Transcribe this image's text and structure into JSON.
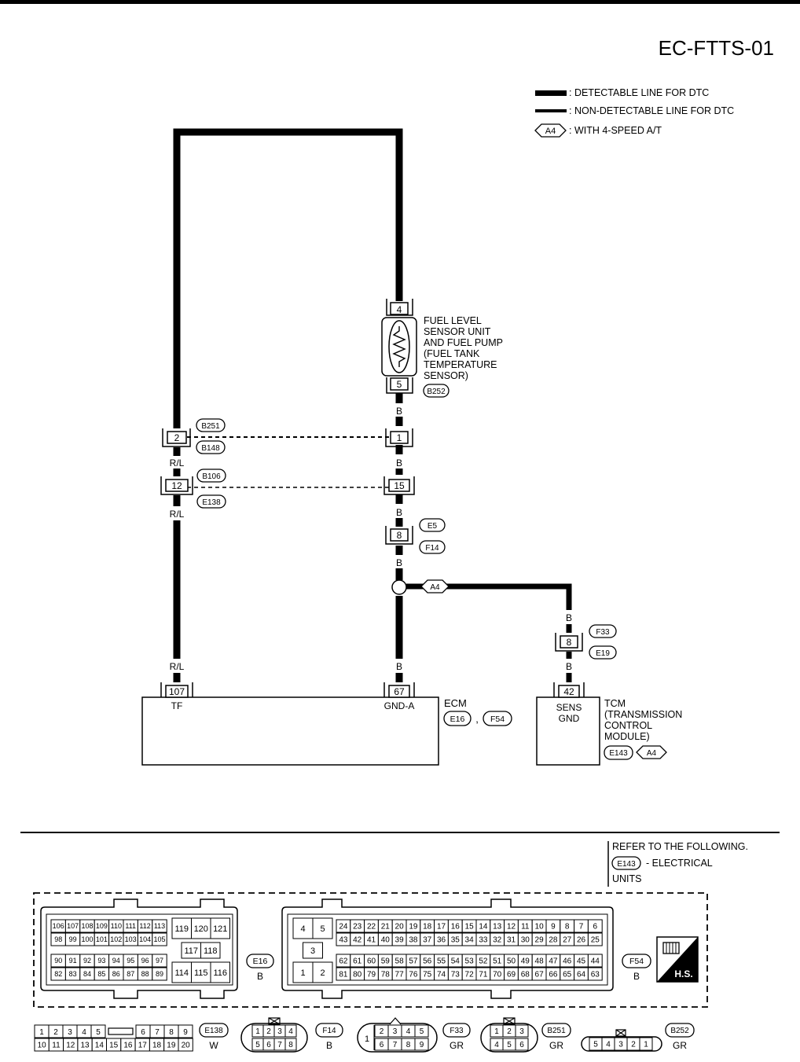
{
  "page_id": "EC-FTTS-01",
  "legend": {
    "detectable": ": DETECTABLE LINE FOR DTC",
    "non_detectable": ": NON-DETECTABLE LINE FOR DTC",
    "a4_tag": "A4",
    "a4_desc": ": WITH 4-SPEED A/T"
  },
  "sensor": {
    "pin_top": "4",
    "pin_bottom": "5",
    "label": [
      "FUEL LEVEL",
      "SENSOR UNIT",
      "AND FUEL PUMP",
      "(FUEL TANK",
      "TEMPERATURE",
      "SENSOR)"
    ],
    "connector": "B252"
  },
  "wires": {
    "b": "B",
    "rl": "R/L"
  },
  "junctions": {
    "j1_left_pin": "2",
    "j1_right_pin": "1",
    "j1_top_conn": "B251",
    "j1_bottom_conn": "B148",
    "j2_left_pin": "12",
    "j2_right_pin": "15",
    "j2_top_conn": "B106",
    "j2_bottom_conn": "E138",
    "j3_pin": "8",
    "j3_top_conn": "E5",
    "j3_bottom_conn": "F14",
    "a4_tag": "A4",
    "j4_pin": "8",
    "j4_top_conn": "F33",
    "j4_bottom_conn": "E19"
  },
  "ecm": {
    "pin_tf": "107",
    "label_tf": "TF",
    "pin_gnd": "67",
    "label_gnd": "GND-A",
    "name": "ECM",
    "conn1": "E16",
    "sep": ",",
    "conn2": "F54"
  },
  "tcm": {
    "pin": "42",
    "label": [
      "SENS",
      "GND"
    ],
    "name": [
      "TCM",
      "(TRANSMISSION",
      "CONTROL",
      "MODULE)"
    ],
    "conn": "E143",
    "tag": "A4"
  },
  "refer": {
    "line1": "REFER TO THE FOLLOWING.",
    "conn": "E143",
    "line2": "- ELECTRICAL",
    "line3": "UNITS"
  },
  "connector_views": {
    "e16": {
      "row1": [
        "106",
        "107",
        "108",
        "109",
        "110",
        "111",
        "112",
        "113"
      ],
      "row2": [
        "98",
        "99",
        "100",
        "101",
        "102",
        "103",
        "104",
        "105"
      ],
      "row3": [
        "90",
        "91",
        "92",
        "93",
        "94",
        "95",
        "96",
        "97"
      ],
      "row4": [
        "82",
        "83",
        "84",
        "85",
        "86",
        "87",
        "88",
        "89"
      ],
      "mid_top": [
        "119",
        "120",
        "121"
      ],
      "mid_mid": [
        "117",
        "118"
      ],
      "mid_bot": [
        "114",
        "115",
        "116"
      ],
      "id": "E16",
      "color": "B"
    },
    "f54": {
      "small_top": [
        "4",
        "5"
      ],
      "small_mid": [
        "3"
      ],
      "small_bot": [
        "1",
        "2"
      ],
      "row1": [
        "24",
        "23",
        "22",
        "21",
        "20",
        "19",
        "18",
        "17",
        "16",
        "15",
        "14",
        "13",
        "12",
        "11",
        "10",
        "9",
        "8",
        "7",
        "6"
      ],
      "row2": [
        "43",
        "42",
        "41",
        "40",
        "39",
        "38",
        "37",
        "36",
        "35",
        "34",
        "33",
        "32",
        "31",
        "30",
        "29",
        "28",
        "27",
        "26",
        "25"
      ],
      "row3": [
        "62",
        "61",
        "60",
        "59",
        "58",
        "57",
        "56",
        "55",
        "54",
        "53",
        "52",
        "51",
        "50",
        "49",
        "48",
        "47",
        "46",
        "45",
        "44"
      ],
      "row4": [
        "81",
        "80",
        "79",
        "78",
        "77",
        "76",
        "75",
        "74",
        "73",
        "72",
        "71",
        "70",
        "69",
        "68",
        "67",
        "66",
        "65",
        "64",
        "63"
      ],
      "id": "F54",
      "color": "B"
    },
    "hs": "H.S.",
    "e138": {
      "row1": [
        "1",
        "2",
        "3",
        "4",
        "5",
        "6",
        "7",
        "8",
        "9"
      ],
      "row2": [
        "10",
        "11",
        "12",
        "13",
        "14",
        "15",
        "16",
        "17",
        "18",
        "19",
        "20"
      ],
      "id": "E138",
      "color": "W"
    },
    "f14": {
      "top": [
        "1",
        "2",
        "3",
        "4"
      ],
      "bot": [
        "5",
        "6",
        "7",
        "8"
      ],
      "id": "F14",
      "color": "B"
    },
    "f33": {
      "single": "1",
      "top": [
        "2",
        "3",
        "4",
        "5"
      ],
      "bot": [
        "6",
        "7",
        "8",
        "9"
      ],
      "id": "F33",
      "color": "GR"
    },
    "b251": {
      "top": [
        "1",
        "2",
        "3"
      ],
      "bot": [
        "4",
        "5",
        "6"
      ],
      "id": "B251",
      "color": "GR"
    },
    "b252": {
      "pins": [
        "5",
        "4",
        "3",
        "2",
        "1"
      ],
      "id": "B252",
      "color": "GR"
    }
  }
}
